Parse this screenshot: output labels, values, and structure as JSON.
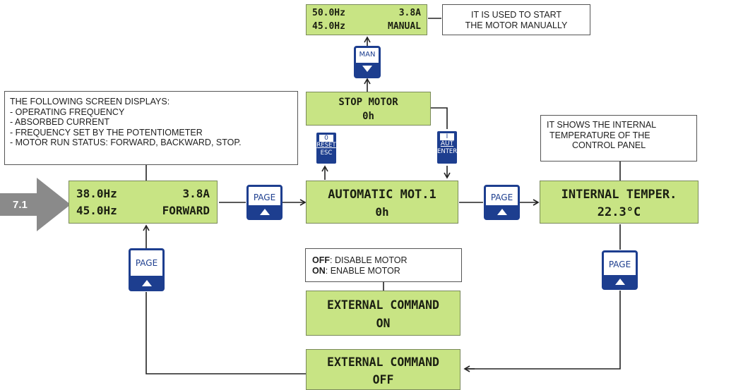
{
  "badge": {
    "label": "7.1"
  },
  "screens": {
    "manual": {
      "line1_left": "50.0Hz",
      "line1_right": "3.8A",
      "line2_left": "45.0Hz",
      "line2_right": "MANUAL"
    },
    "stop": {
      "line1": "STOP MOTOR",
      "line2": "0h"
    },
    "main": {
      "line1_left": "38.0Hz",
      "line1_right": "3.8A",
      "line2_left": "45.0Hz",
      "line2_right": "FORWARD"
    },
    "automatic": {
      "line1": "AUTOMATIC MOT.1",
      "line2": "0h"
    },
    "internal": {
      "line1": "INTERNAL TEMPER.",
      "line2": "22.3°C"
    },
    "ext_on": {
      "line1": "EXTERNAL COMMAND",
      "line2": "ON"
    },
    "ext_off": {
      "line1": "EXTERNAL COMMAND",
      "line2": "OFF"
    }
  },
  "notes": {
    "manual": [
      "IT IS USED TO START",
      "THE MOTOR MANUALLY"
    ],
    "main": [
      "THE FOLLOWING SCREEN DISPLAYS:",
      "- OPERATING FREQUENCY",
      "- ABSORBED CURRENT",
      "- FREQUENCY SET BY THE POTENTIOMETER",
      "- MOTOR RUN STATUS: FORWARD, BACKWARD, STOP."
    ],
    "internal": [
      "IT SHOWS THE INTERNAL",
      "TEMPERATURE OF THE",
      "CONTROL PANEL"
    ],
    "external": {
      "off_bold": "OFF",
      "off_text": ": DISABLE MOTOR",
      "on_bold": "ON",
      "on_text": ": ENABLE MOTOR"
    }
  },
  "keys": {
    "man": "MAN",
    "page": "PAGE",
    "reset": {
      "top": "0",
      "mid": "RESET",
      "bot": "ESC"
    },
    "aut": {
      "top": "I",
      "mid": "AUT",
      "bot": "ENTER"
    }
  },
  "colors": {
    "lcd": "#c8e484",
    "key_blue": "#1d3e8f",
    "badge": "#8a8a8a"
  }
}
